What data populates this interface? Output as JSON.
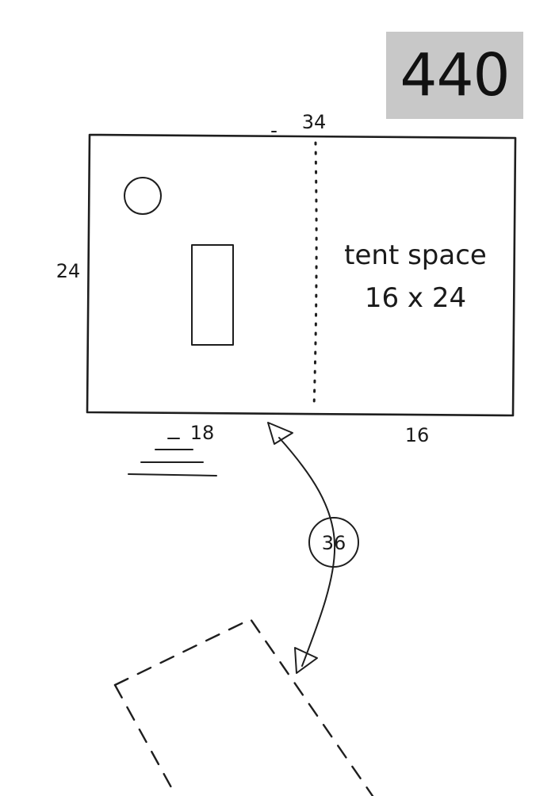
{
  "site_number": "440",
  "dimensions": {
    "top_width": "34",
    "side_depth": "24",
    "bottom_left_width": "18",
    "bottom_right_width": "16"
  },
  "tent_space": {
    "line1": "tent space",
    "line2": "16 x 24"
  },
  "parking": {
    "angle": "36"
  }
}
